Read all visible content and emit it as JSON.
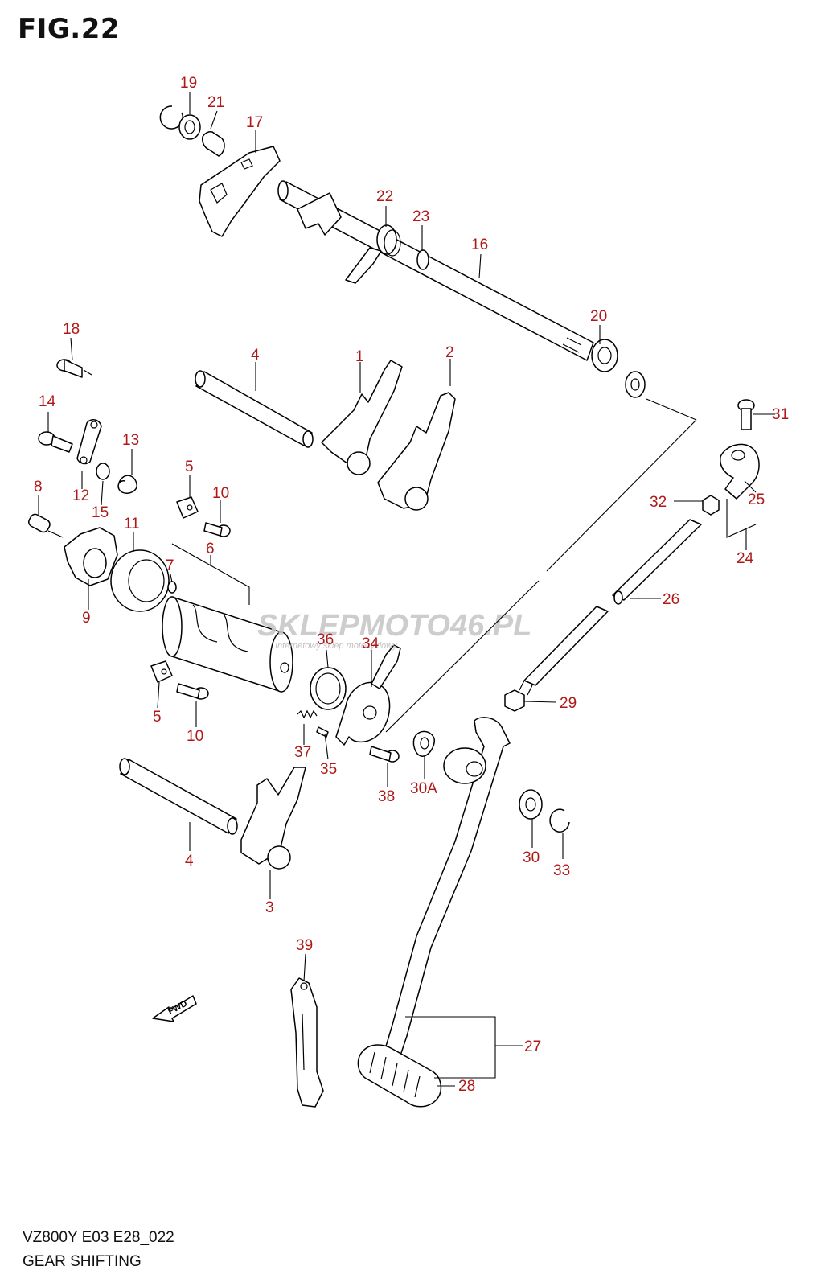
{
  "figure": {
    "title": "FIG.22",
    "model_code": "VZ800Y E03 E28_022",
    "caption": "GEAR SHIFTING"
  },
  "watermark": {
    "text": "SKLEPMOTO46.PL",
    "subtext": "Internetowy sklep motocyklowy",
    "color_main": "#c8c8c8",
    "color_accent": "#e08080"
  },
  "fwd_icon": {
    "label": "FWD"
  },
  "colors": {
    "callout": "#b01818",
    "line": "#000000"
  },
  "callouts": [
    {
      "id": "c19",
      "text": "19"
    },
    {
      "id": "c21",
      "text": "21"
    },
    {
      "id": "c17",
      "text": "17"
    },
    {
      "id": "c22",
      "text": "22"
    },
    {
      "id": "c23",
      "text": "23"
    },
    {
      "id": "c16",
      "text": "16"
    },
    {
      "id": "c20",
      "text": "20"
    },
    {
      "id": "c18",
      "text": "18"
    },
    {
      "id": "c4a",
      "text": "4"
    },
    {
      "id": "c1",
      "text": "1"
    },
    {
      "id": "c2",
      "text": "2"
    },
    {
      "id": "c14",
      "text": "14"
    },
    {
      "id": "c13",
      "text": "13"
    },
    {
      "id": "c31",
      "text": "31"
    },
    {
      "id": "c5a",
      "text": "5"
    },
    {
      "id": "c8",
      "text": "8"
    },
    {
      "id": "c12",
      "text": "12"
    },
    {
      "id": "c15",
      "text": "15"
    },
    {
      "id": "c10a",
      "text": "10"
    },
    {
      "id": "c32",
      "text": "32"
    },
    {
      "id": "c25",
      "text": "25"
    },
    {
      "id": "c11",
      "text": "11"
    },
    {
      "id": "c6",
      "text": "6"
    },
    {
      "id": "c7",
      "text": "7"
    },
    {
      "id": "c24",
      "text": "24"
    },
    {
      "id": "c26",
      "text": "26"
    },
    {
      "id": "c9",
      "text": "9"
    },
    {
      "id": "c36",
      "text": "36"
    },
    {
      "id": "c34",
      "text": "34"
    },
    {
      "id": "c29",
      "text": "29"
    },
    {
      "id": "c5b",
      "text": "5"
    },
    {
      "id": "c10b",
      "text": "10"
    },
    {
      "id": "c37",
      "text": "37"
    },
    {
      "id": "c35",
      "text": "35"
    },
    {
      "id": "c30A",
      "text": "30A"
    },
    {
      "id": "c38",
      "text": "38"
    },
    {
      "id": "c4b",
      "text": "4"
    },
    {
      "id": "c30",
      "text": "30"
    },
    {
      "id": "c33",
      "text": "33"
    },
    {
      "id": "c3",
      "text": "3"
    },
    {
      "id": "c39",
      "text": "39"
    },
    {
      "id": "c27",
      "text": "27"
    },
    {
      "id": "c28",
      "text": "28"
    }
  ]
}
